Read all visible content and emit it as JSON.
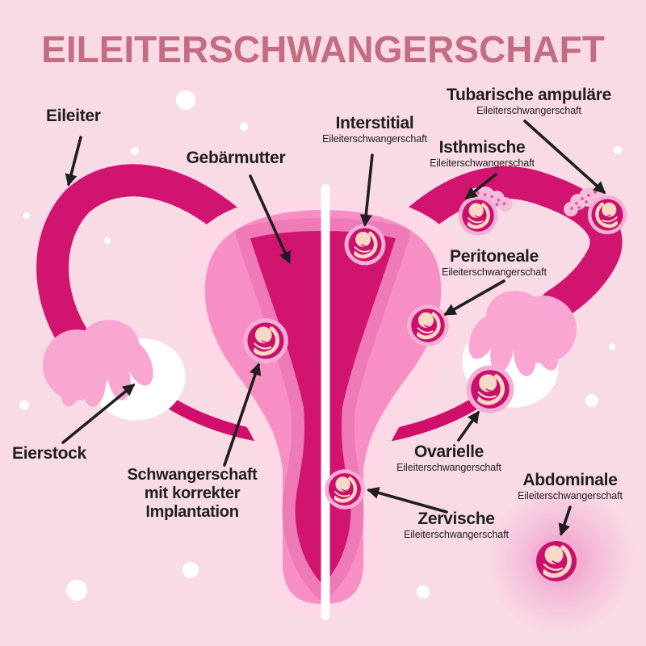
{
  "title": "EILEITERSCHWANGERSCHAFT",
  "anatomy_labels": {
    "eileiter": "Eileiter",
    "gebaermutter": "Gebärmutter",
    "eierstock": "Eierstock",
    "korrekte_implantation": "Schwangerschaft mit korrekter Implantation"
  },
  "ectopic_types": {
    "interstitial": {
      "name": "Interstitial",
      "sub": "Eileiterschwangerschaft"
    },
    "tubarische_ampulaere": {
      "name": "Tubarische ampuläre",
      "sub": "Eileiterschwangerschaft"
    },
    "isthmische": {
      "name": "Isthmische",
      "sub": "Eileiterschwangerschaft"
    },
    "peritoneale": {
      "name": "Peritoneale",
      "sub": "Eileiterschwangerschaft"
    },
    "ovarielle": {
      "name": "Ovarielle",
      "sub": "Eileiterschwangerschaft"
    },
    "abdominale": {
      "name": "Abdominale",
      "sub": "Eileiterschwangerschaft"
    },
    "zervische": {
      "name": "Zervische",
      "sub": "Eileiterschwangerschaft"
    }
  },
  "colors": {
    "background": "#f9dbe5",
    "title": "#c46d82",
    "label_text": "#1f1f1f",
    "magenta_dark": "#d1146f",
    "uterus_outer": "#fdd8e6",
    "uterus_middle": "#f78fc4",
    "cavity_rim": "#ee7ab8",
    "fimbriae_pink": "#f9a6d3",
    "ovary_white": "#ffffff",
    "embryo_ring": "#f3aed3",
    "embryo_sac": "#c9106d",
    "embryo_skin": "#fbd8c5"
  }
}
